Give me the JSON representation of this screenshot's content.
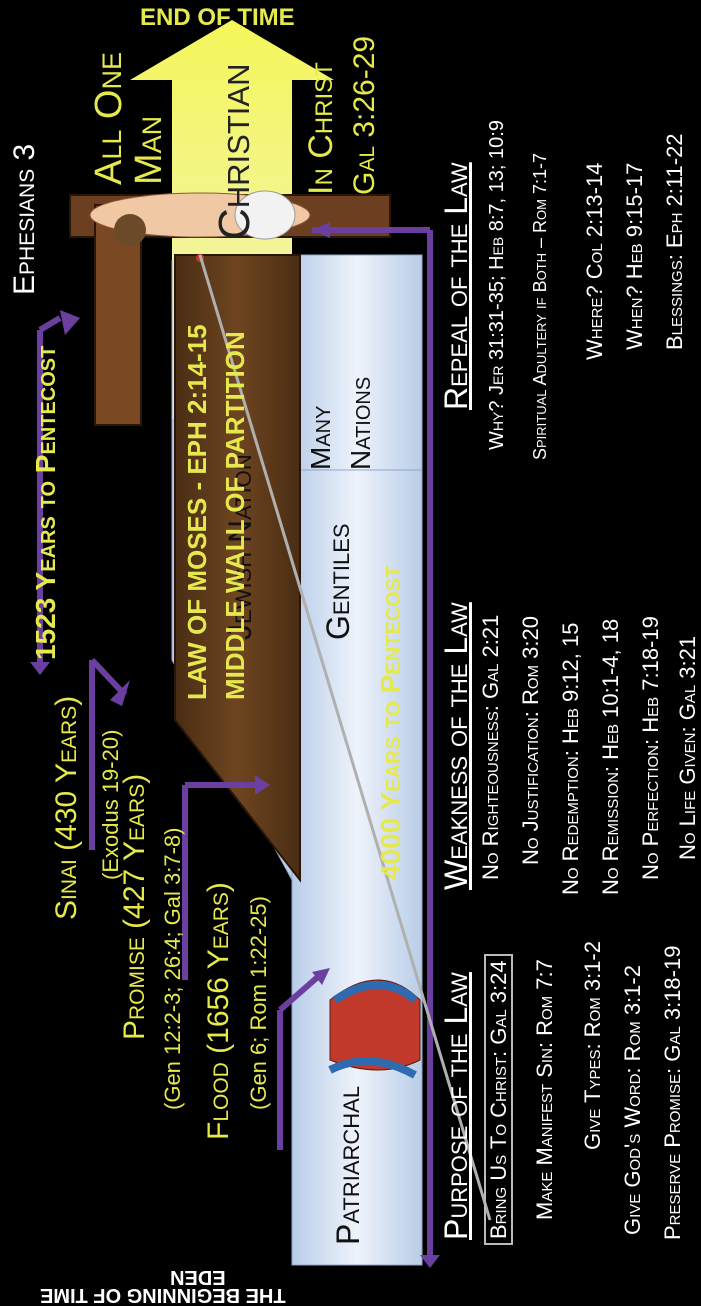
{
  "title": "Ephesians 3",
  "end_label": "End of Time",
  "begin_label_1": "The Beginning of Time",
  "begin_label_2": "Eden",
  "top_arrow": {
    "all_one": "All One",
    "man": "Man",
    "christian": "Christian",
    "in_christ": "In Christ",
    "ref": "Gal 3:26-29"
  },
  "timeline": {
    "years_top": "1523 Years to Pentecost",
    "years_bottom": "4000 Years to Pentecost",
    "sinai": "Sinai (430 Years)",
    "sinai_ref": "(Exodus 19-20)",
    "promise": "Promise (427 Years)",
    "promise_ref": "(Gen 12:2-3; 26:4; Gal 3:7-8)",
    "flood": "Flood (1656 Years)",
    "flood_ref": "(Gen 6; Rom 1:22-25)"
  },
  "bands": {
    "jewish": "Jewish Nation",
    "wall_1": "LAW OF MOSES - EPH 2:14-15",
    "wall_2": "MIDDLE WALL OF PARTITION",
    "gentiles": "Gentiles",
    "many": "Many",
    "nations": "Nations",
    "patriarchal": "Patriarchal"
  },
  "columns": [
    {
      "heading": "Purpose of the Law",
      "items": [
        "Bring Us To Christ: Gal 3:24",
        "Make Manifest Sin: Rom 7:7",
        "Give Types: Rom 3:1-2",
        "Give God's Word: Rom 3:1-2",
        "Preserve Promise: Gal 3:18-19"
      ]
    },
    {
      "heading": "Weakness of the Law",
      "items": [
        "No Righteousness: Gal 2:21",
        "No Justification: Rom 3:20",
        "No Redemption: Heb 9:12, 15",
        "No Remission: Heb 10:1-4, 18",
        "No Perfection: Heb 7:18-19",
        "No Life Given: Gal 3:21"
      ]
    },
    {
      "heading": "Repeal of the Law",
      "items": [
        "Why? Jer 31:31-35; Heb 8:7, 13; 10:9",
        "Spiritual Adultery if Both – Rom 7:1-7",
        "Where? Col 2:13-14",
        "When? Heb 9:15-17",
        "Blessings: Eph 2:11-22"
      ]
    }
  ],
  "colors": {
    "background": "#000000",
    "yellow": "#e6e94e",
    "purple": "#6b3fa0",
    "band": "#dfe9f6",
    "wood": "#6b3f1f"
  }
}
